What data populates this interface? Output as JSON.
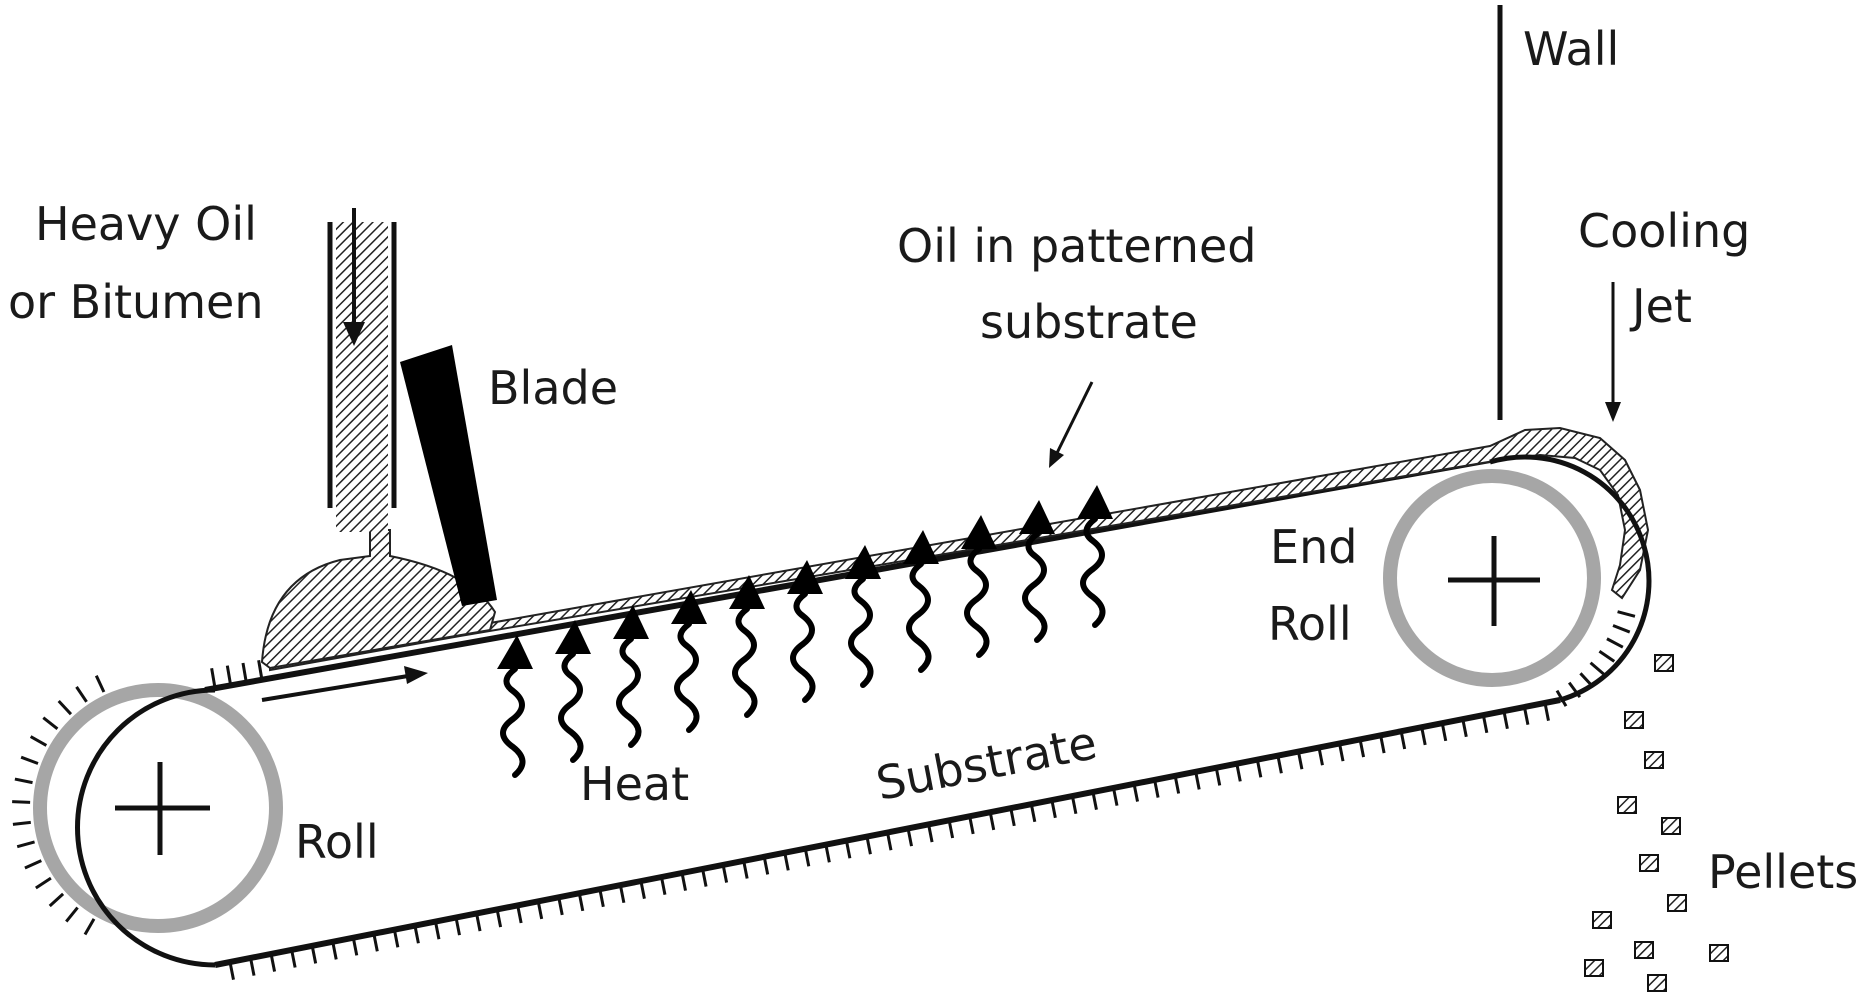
{
  "labels": {
    "wall": "Wall",
    "feed_line1": "Heavy Oil",
    "feed_line2": "or Bitumen",
    "oil_line1": "Oil in patterned",
    "oil_line2": "substrate",
    "cooling_line1": "Cooling",
    "cooling_line2": "Jet",
    "blade": "Blade",
    "end_roll_line1": "End",
    "end_roll_line2": "Roll",
    "heat": "Heat",
    "substrate": "Substrate",
    "roll": "Roll",
    "pellets": "Pellets"
  },
  "colors": {
    "ink": "#111111",
    "roll_ring": "#a6a6a6",
    "oil_hatch": "#333333"
  }
}
